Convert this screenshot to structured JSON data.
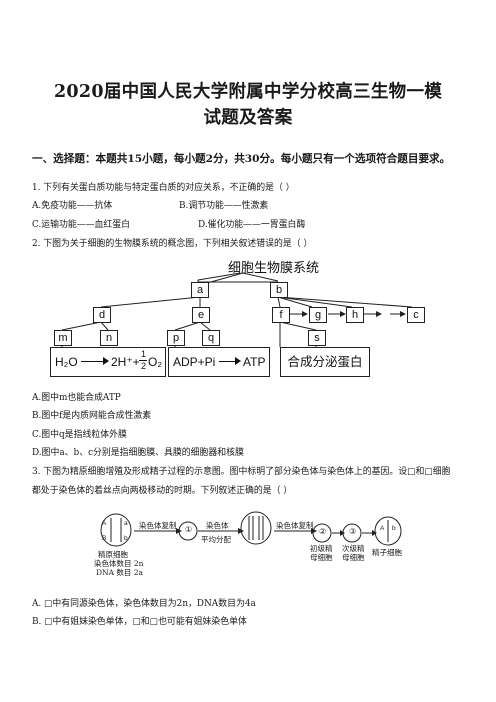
{
  "title_line1": "2020届中国人民大学附属中学分校高三生物一模",
  "title_line2": "试题及答案",
  "section1": "一、选择题：本题共15小题，每小题2分，共30分。每小题只有一个选项符合题目要求。",
  "q1": {
    "stem": "1. 下列有关蛋白质功能与特定蛋白质的对应关系，不正确的是（      ）",
    "a": "A.免疫功能——抗体",
    "b": "B.调节功能——性激素",
    "c": "C.运输功能——血红蛋白",
    "d": "D.催化功能——一胃蛋白酶"
  },
  "q2": {
    "stem": "2. 下图为关于细胞的生物膜系统的概念图，下列相关叙述错误的是（      ）",
    "diagram": {
      "root": "细胞生物膜系统",
      "a": "a",
      "b": "b",
      "d": "d",
      "e": "e",
      "f": "f",
      "g": "g",
      "h": "h",
      "c": "c",
      "m": "m",
      "n": "n",
      "p": "p",
      "q": "q",
      "s": "s",
      "r1_left": "H₂O",
      "r1_mid": "2H⁺+",
      "r1_num": "1",
      "r1_den": "2",
      "r1_right": "O₂",
      "r2_left": "ADP+Pi",
      "r2_right": "ATP",
      "r3": "合成分泌蛋白"
    },
    "a": "A.图中m也能合成ATP",
    "b": "B.图中f是内质网能合成性激素",
    "c": "C.图中q是指线粒体外膜",
    "d": "D.图中a、b、c分别是指细胞膜、具膜的细胞器和核膜"
  },
  "q3": {
    "stem1": "3. 下图为精原细胞增殖及形成精子过程的示意图。图中标明了部分染色体与染色体上的基因。设□和□细胞",
    "stem2": "都处于染色体的着丝点向两极移动的时期。下列叙述正确的是（      ）",
    "diagram": {
      "cell_label1": "精原细胞",
      "cell_label2": "染色体数目 2n",
      "cell_label3": "DNA 数目 2a",
      "arrow1": "染色体复制",
      "circle1": "①",
      "arrow2a": "染色体",
      "arrow2b": "平均分配",
      "arrow3": "染色体复制",
      "circle2": "②",
      "arrow4": "",
      "label_primary1": "初级精",
      "label_primary2": "母细胞",
      "circle3": "③",
      "label_secondary1": "次级精",
      "label_secondary2": "母细胞",
      "label_sperm": "精子细胞",
      "gene_A": "A",
      "gene_a": "a",
      "gene_B": "B",
      "gene_b": "b"
    },
    "a": "A. □中有同源染色体，染色体数目为2n，DNA数目为4a",
    "b": "B. □中有姐妹染色单体，□和□也可能有姐妹染色单体"
  }
}
